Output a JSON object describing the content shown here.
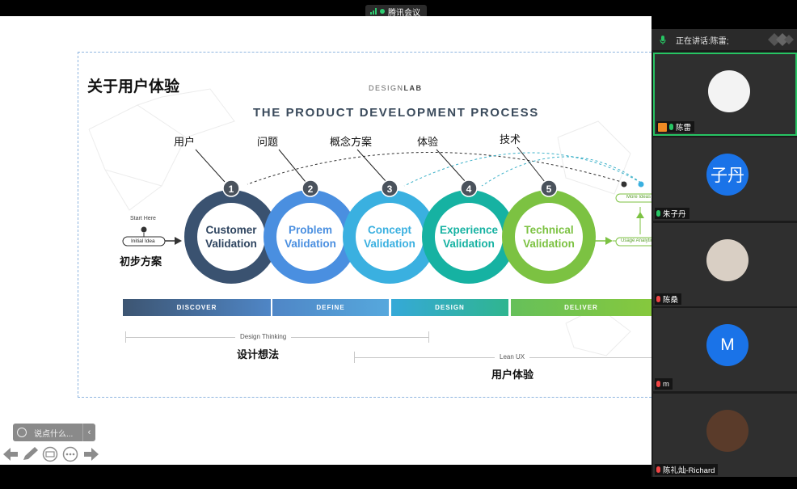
{
  "window": {
    "meeting_app_label": "腾讯会议",
    "accent_green": "#2ecc71"
  },
  "slide": {
    "title": "关于用户体验",
    "brand_prefix": "DESIGN",
    "brand_suffix": "LAB",
    "process_title": "THE PRODUCT DEVELOPMENT PROCESS",
    "start_here": "Start Here",
    "initial_idea": "Initial Idea",
    "initial_cn": "初步方案",
    "more_ideas": "More Ideas",
    "usage_analytics": "Usage Analytics",
    "steps": [
      {
        "number": "1",
        "cn": "用户",
        "line1": "Customer",
        "line2": "Validation",
        "color": "#3a5270"
      },
      {
        "number": "2",
        "cn": "问题",
        "line1": "Problem",
        "line2": "Validation",
        "color": "#4a8fe0"
      },
      {
        "number": "3",
        "cn": "概念方案",
        "line1": "Concept",
        "line2": "Validation",
        "color": "#3ab0e0"
      },
      {
        "number": "4",
        "cn": "体验",
        "line1": "Experience",
        "line2": "Validation",
        "color": "#16b2a2"
      },
      {
        "number": "5",
        "cn": "技术",
        "line1": "Technical",
        "line2": "Validation",
        "color": "#7cc242"
      }
    ],
    "phases": [
      {
        "label": "DISCOVER",
        "from": "#3d5572",
        "to": "#4f86c6"
      },
      {
        "label": "DEFINE",
        "from": "#4f86c6",
        "to": "#56a8dd"
      },
      {
        "label": "DESIGN",
        "from": "#35a9d8",
        "to": "#2fb58f"
      },
      {
        "label": "DELIVER",
        "from": "#66c05a",
        "to": "#86c83d"
      }
    ],
    "ranges": [
      {
        "label": "Design Thinking",
        "cn": "设计想法"
      },
      {
        "label": "Lean UX",
        "cn": "用户体验"
      }
    ]
  },
  "chat": {
    "placeholder": "说点什么..."
  },
  "controls": {
    "icons": [
      "prev-arrow-icon",
      "pen-icon",
      "screen-icon",
      "more-icon",
      "next-arrow-icon"
    ]
  },
  "panel": {
    "speaking_prefix": "正在讲话: ",
    "speaking_name": "陈雷;",
    "participants": [
      {
        "name": "陈雷",
        "avatar_text": "",
        "avatar_color": "#f3f3f3",
        "muted": false,
        "active": true,
        "host": true
      },
      {
        "name": "朱子丹",
        "avatar_text": "子丹",
        "avatar_color": "#1a73e8",
        "muted": false,
        "active": false,
        "host": false
      },
      {
        "name": "陈桑",
        "avatar_text": "",
        "avatar_color": "#d9cfc4",
        "muted": true,
        "active": false,
        "host": false
      },
      {
        "name": "m",
        "avatar_text": "M",
        "avatar_color": "#1a73e8",
        "muted": true,
        "active": false,
        "host": false
      },
      {
        "name": "陈礼灿-Richard",
        "avatar_text": "",
        "avatar_color": "#5a3b2a",
        "muted": true,
        "active": false,
        "host": false
      }
    ]
  }
}
